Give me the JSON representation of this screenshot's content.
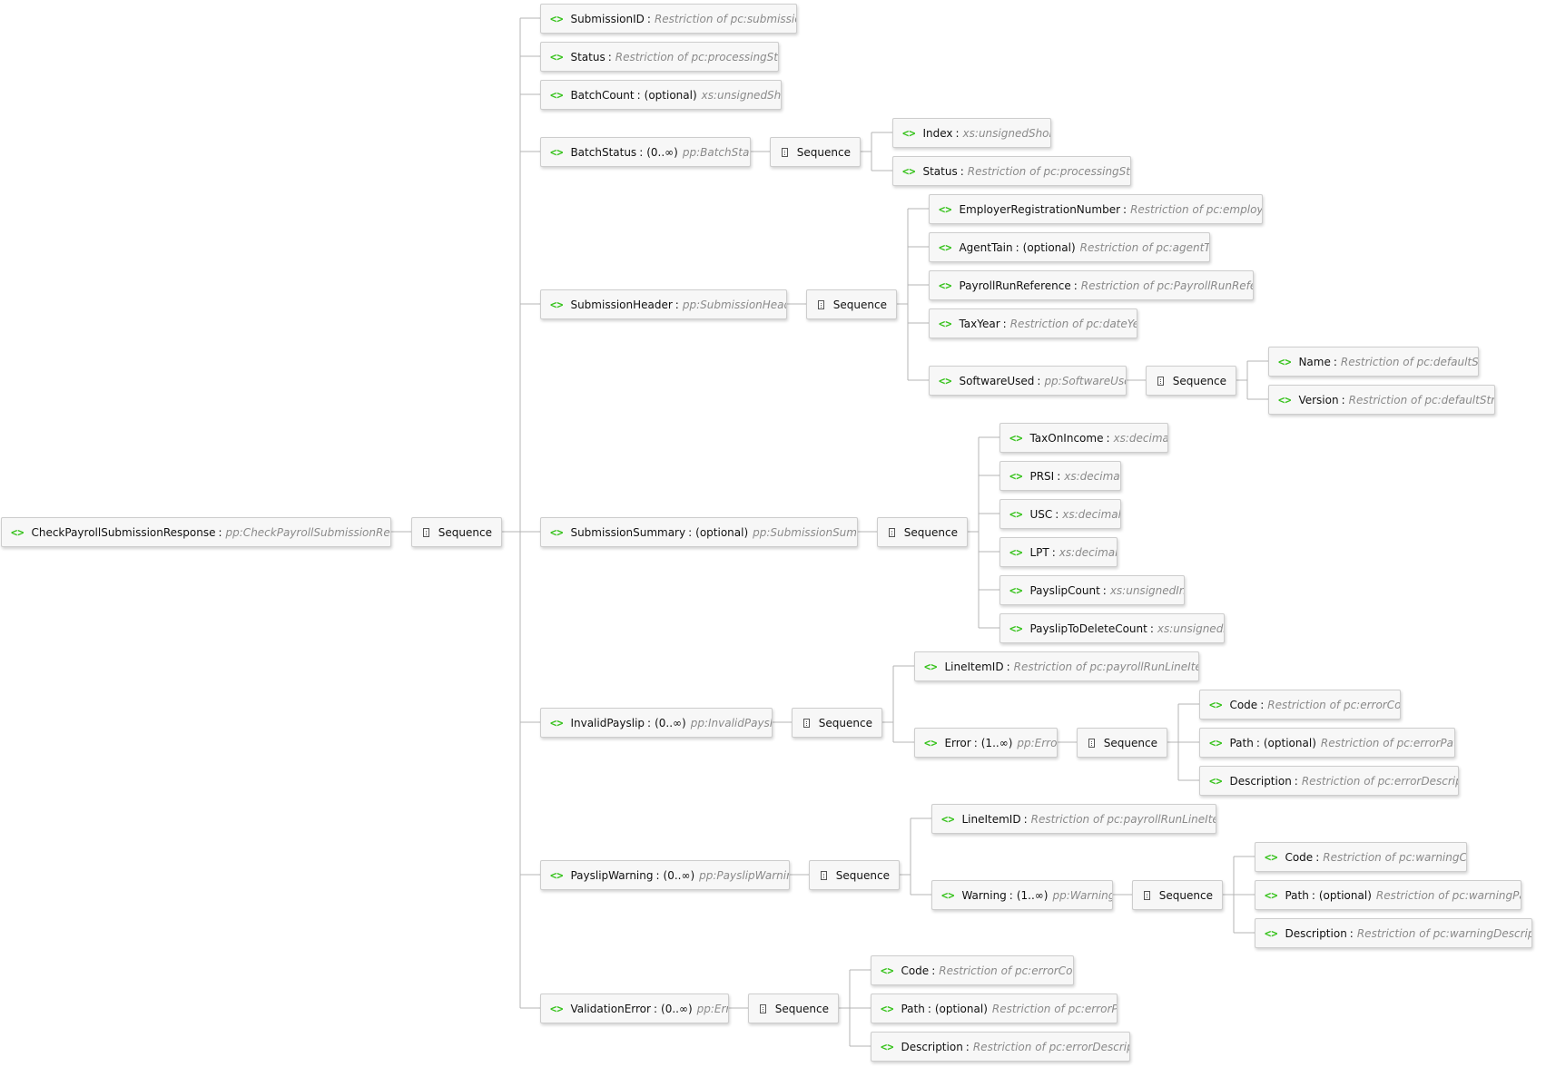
{
  "diagram": {
    "root": {
      "name": "CheckPayrollSubmissionResponse",
      "type": "pp:CheckPayrollSubmissionResponse",
      "sequence": "Sequence",
      "children": [
        {
          "name": "SubmissionID",
          "type": "Restriction of pc:submissionID"
        },
        {
          "name": "Status",
          "type": "Restriction of pc:processingStatus"
        },
        {
          "name": "BatchCount",
          "occurrence": "(optional)",
          "type": "xs:unsignedShort"
        },
        {
          "name": "BatchStatus",
          "occurrence": "(0..∞)",
          "type": "pp:BatchStatus",
          "sequence": "Sequence",
          "children": [
            {
              "name": "Index",
              "type": "xs:unsignedShort"
            },
            {
              "name": "Status",
              "type": "Restriction of pc:processingStatus"
            }
          ]
        },
        {
          "name": "SubmissionHeader",
          "type": "pp:SubmissionHeader",
          "sequence": "Sequence",
          "children": [
            {
              "name": "EmployerRegistrationNumber",
              "type": "Restriction of pc:employerReg"
            },
            {
              "name": "AgentTain",
              "occurrence": "(optional)",
              "type": "Restriction of pc:agentTAIN"
            },
            {
              "name": "PayrollRunReference",
              "type": "Restriction of pc:PayrollRunReference"
            },
            {
              "name": "TaxYear",
              "type": "Restriction of pc:dateYear"
            },
            {
              "name": "SoftwareUsed",
              "type": "pp:SoftwareUsed",
              "sequence": "Sequence",
              "children": [
                {
                  "name": "Name",
                  "type": "Restriction of pc:defaultString"
                },
                {
                  "name": "Version",
                  "type": "Restriction of pc:defaultString"
                }
              ]
            }
          ]
        },
        {
          "name": "SubmissionSummary",
          "occurrence": "(optional)",
          "type": "pp:SubmissionSummary",
          "sequence": "Sequence",
          "children": [
            {
              "name": "TaxOnIncome",
              "type": "xs:decimal"
            },
            {
              "name": "PRSI",
              "type": "xs:decimal"
            },
            {
              "name": "USC",
              "type": "xs:decimal"
            },
            {
              "name": "LPT",
              "type": "xs:decimal"
            },
            {
              "name": "PayslipCount",
              "type": "xs:unsignedInt"
            },
            {
              "name": "PayslipToDeleteCount",
              "type": "xs:unsignedInt"
            }
          ]
        },
        {
          "name": "InvalidPayslip",
          "occurrence": "(0..∞)",
          "type": "pp:InvalidPayslip",
          "sequence": "Sequence",
          "children": [
            {
              "name": "LineItemID",
              "type": "Restriction of pc:payrollRunLineItemID"
            },
            {
              "name": "Error",
              "occurrence": "(1..∞)",
              "type": "pp:Error",
              "sequence": "Sequence",
              "children": [
                {
                  "name": "Code",
                  "type": "Restriction of pc:errorCode"
                },
                {
                  "name": "Path",
                  "occurrence": "(optional)",
                  "type": "Restriction of pc:errorPath"
                },
                {
                  "name": "Description",
                  "type": "Restriction of pc:errorDescription"
                }
              ]
            }
          ]
        },
        {
          "name": "PayslipWarning",
          "occurrence": "(0..∞)",
          "type": "pp:PayslipWarning",
          "sequence": "Sequence",
          "children": [
            {
              "name": "LineItemID",
              "type": "Restriction of pc:payrollRunLineItemID"
            },
            {
              "name": "Warning",
              "occurrence": "(1..∞)",
              "type": "pp:Warning",
              "sequence": "Sequence",
              "children": [
                {
                  "name": "Code",
                  "type": "Restriction of pc:warningCode"
                },
                {
                  "name": "Path",
                  "occurrence": "(optional)",
                  "type": "Restriction of pc:warningPath"
                },
                {
                  "name": "Description",
                  "type": "Restriction of pc:warningDescription"
                }
              ]
            }
          ]
        },
        {
          "name": "ValidationError",
          "occurrence": "(0..∞)",
          "type": "pp:Error",
          "sequence": "Sequence",
          "children": [
            {
              "name": "Code",
              "type": "Restriction of pc:errorCode"
            },
            {
              "name": "Path",
              "occurrence": "(optional)",
              "type": "Restriction of pc:errorPath"
            },
            {
              "name": "Description",
              "type": "Restriction of pc:errorDescription"
            }
          ]
        }
      ]
    },
    "icons": {
      "element": "element-icon",
      "sequence": "sequence-icon"
    },
    "colors": {
      "element_icon": "#35c21a",
      "type_text": "#8a8a8a",
      "connector": "#b4b4b4",
      "node_bg": "#f7f7f7",
      "node_border": "#cdcdcd"
    }
  }
}
